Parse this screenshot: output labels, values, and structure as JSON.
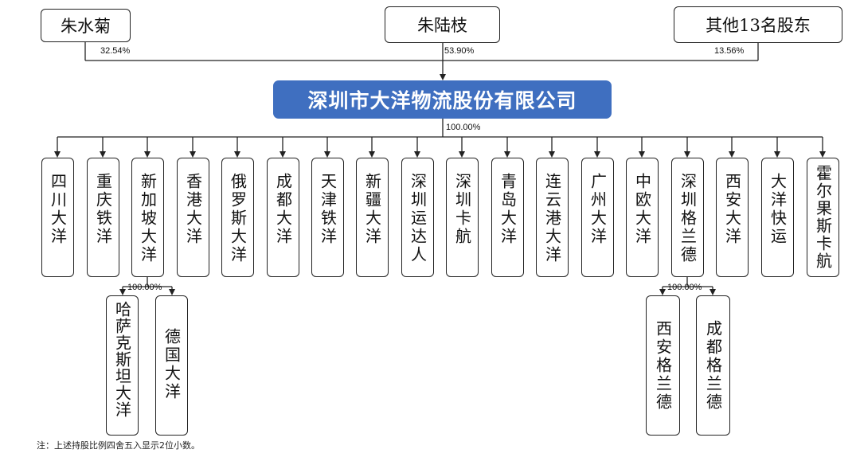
{
  "holders": [
    {
      "id": "zhu-shuiju",
      "name": "朱水菊",
      "pct": "32.54%"
    },
    {
      "id": "zhu-luzhi",
      "name": "朱陆枝",
      "pct": "53.90%"
    },
    {
      "id": "others",
      "name": "其他13名股东",
      "pct": "13.56%"
    }
  ],
  "company": {
    "name": "深圳市大洋物流股份有限公司",
    "subs_pct": "100.00%"
  },
  "subsidiaries": [
    {
      "id": "sichuan",
      "name": "四川大洋"
    },
    {
      "id": "chongqing",
      "name": "重庆铁洋"
    },
    {
      "id": "singapore",
      "name": "新加坡大洋"
    },
    {
      "id": "hongkong",
      "name": "香港大洋"
    },
    {
      "id": "russia",
      "name": "俄罗斯大洋"
    },
    {
      "id": "chengdu",
      "name": "成都大洋"
    },
    {
      "id": "tianjin",
      "name": "天津铁洋"
    },
    {
      "id": "xinjiang",
      "name": "新疆大洋"
    },
    {
      "id": "sz-yunda",
      "name": "深圳运达人"
    },
    {
      "id": "sz-kahang",
      "name": "深圳卡航"
    },
    {
      "id": "qingdao",
      "name": "青岛大洋"
    },
    {
      "id": "lianyungang",
      "name": "连云港大洋"
    },
    {
      "id": "guangzhou",
      "name": "广州大洋"
    },
    {
      "id": "zhongou",
      "name": "中欧大洋"
    },
    {
      "id": "sz-gelande",
      "name": "深圳格兰德"
    },
    {
      "id": "xian",
      "name": "西安大洋"
    },
    {
      "id": "dayang-kuaiyun",
      "name": "大洋快运"
    },
    {
      "id": "horgos",
      "name": "霍尔果斯卡航"
    }
  ],
  "second_level": [
    {
      "parent": "新加坡大洋",
      "pct": "100.00%",
      "children": [
        {
          "id": "kazakhstan",
          "name": "哈萨克斯坦大洋"
        },
        {
          "id": "germany",
          "name": "德国大洋"
        }
      ]
    },
    {
      "parent": "深圳格兰德",
      "pct": "100.00%",
      "children": [
        {
          "id": "xian-gelande",
          "name": "西安格兰德"
        },
        {
          "id": "chengdu-gelande",
          "name": "成都格兰德"
        }
      ]
    }
  ],
  "note": "注：上述持股比例四舍五入显示2位小数。",
  "colors": {
    "main_fill": "#3f6fc0",
    "line": "#222222"
  }
}
